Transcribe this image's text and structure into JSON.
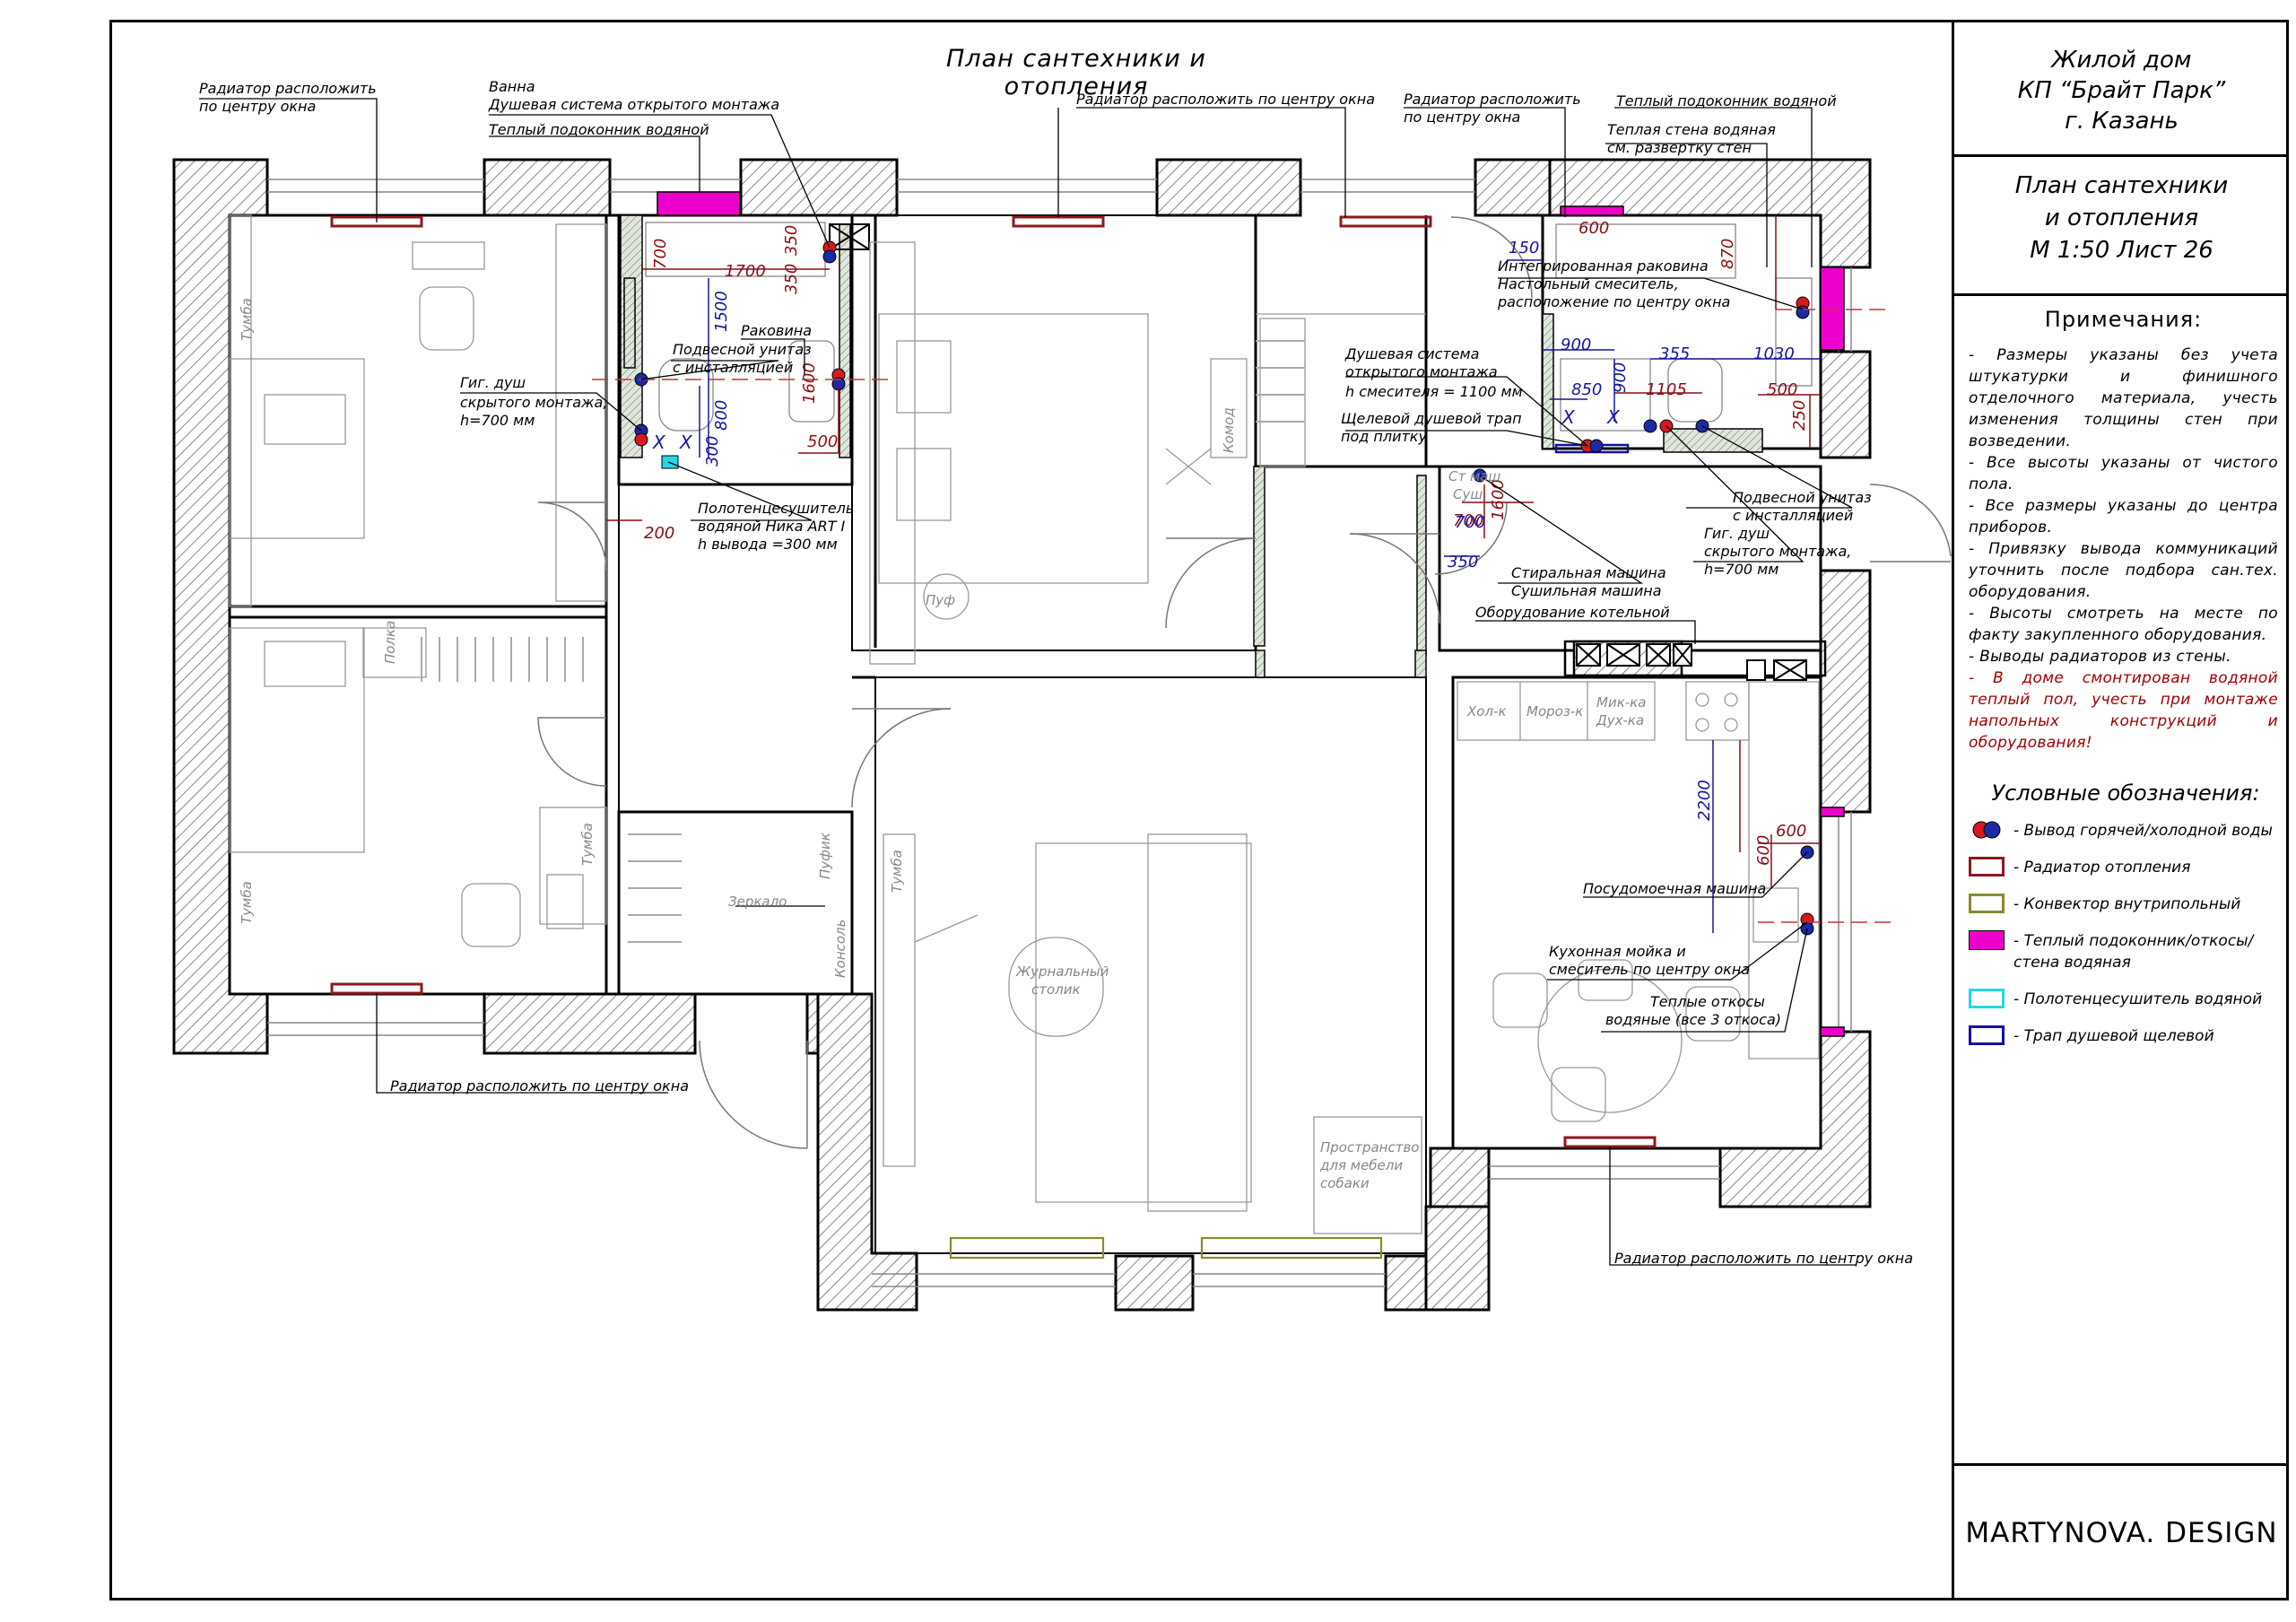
{
  "sheet_title": "План сантехники и отопления",
  "stamp": {
    "project": [
      "Жилой дом",
      "КП “Брайт Парк”",
      "г. Казань"
    ],
    "sheet": [
      "План сантехники",
      "и отопления",
      "М 1:50 Лист 26"
    ],
    "logo": "MARTYNOVA. DESIGN"
  },
  "notes": {
    "title": "Примечания:",
    "items": [
      "- Размеры указаны без учета штукатурки и финишного отделочного материала, учесть изменения толщины стен при возведении.",
      "- Все высоты указаны от чистого пола.",
      "- Все размеры указаны до центра приборов.",
      "- Привязку вывода коммуникаций уточнить после подбора сан.тех. оборудования.",
      "- Высоты смотреть на месте по факту закупленного оборудования.",
      "- Выводы радиаторов из стены."
    ],
    "warning": "- В доме смонтирован водяной теплый пол, учесть при монтаже напольных конструкций и оборудования!"
  },
  "legend": {
    "title": "Условные обозначения:",
    "items": [
      "- Вывод горячей/холодной воды",
      "- Радиатор отопления",
      "- Конвектор внутрипольный",
      "- Теплый подоконник/откосы/ стена водяная",
      "- Полотенцесушитель водяной",
      "- Трап душевой щелевой"
    ]
  },
  "colors": {
    "hot": "#d8181f",
    "cold": "#1c2aa6",
    "radiator": "#8b1a1f",
    "convector": "#8a8a2e",
    "warm_sill": "#ee00cc",
    "towel": "#27d6e6",
    "drain": "#1010aa",
    "dim_red": "#8b0d14",
    "dim_blue": "#15159b"
  },
  "callouts": {
    "rad_left_top": [
      "Радиатор расположить",
      "по центру окна"
    ],
    "bath": [
      "Ванна",
      "Душевая система открытого монтажа"
    ],
    "warm_sill_1": "Теплый подоконник водяной",
    "rad_center": "Радиатор расположить по центру окна",
    "rad_right_top": [
      "Радиатор расположить",
      "по центру окна"
    ],
    "warm_sill_2": "Теплый подоконник водяной",
    "warm_wall": [
      "Теплая стена водяная",
      "см. развертку стен"
    ],
    "sink_int": [
      "Интегрированная раковина",
      "Настольный смеситель,",
      "расположение по центру окна"
    ],
    "shower_sys": [
      "Душевая система",
      "открытого монтажа",
      "h смесителя = 1100 мм"
    ],
    "drain": [
      "Щелевой душевой трап",
      "под плитку"
    ],
    "toilet_r": [
      "Подвесной унитаз",
      "с инсталляцией"
    ],
    "hyg_r": [
      "Гиг. душ",
      "скрытого монтажа,",
      "h=700 мм"
    ],
    "wash": [
      "Стиральная машина",
      "Сушильная машина"
    ],
    "boiler": "Оборудование котельной",
    "sink_l": "Раковина",
    "toilet_l": [
      "Подвесной унитаз",
      "с инсталляцией"
    ],
    "hyg_l": [
      "Гиг. душ",
      "скрытого монтажа,",
      "h=700 мм"
    ],
    "towel": [
      "Полотенцесушитель",
      "водяной Ника  ART I",
      "h вывода =300 мм"
    ],
    "dishwasher": "Посудомоечная машина",
    "kitchen_sink": [
      "Кухонная мойка и",
      "смеситель по центру окна"
    ],
    "warm_slopes": [
      "Теплые откосы",
      "водяные (все 3 откоса)"
    ],
    "rad_bottom_left": "Радиатор расположить по центру окна",
    "rad_bottom_right": "Радиатор расположить по центру окна"
  },
  "furniture": {
    "tumba": "Тумба",
    "polka": "Полка",
    "komod": "Комод",
    "puf": "Пуф",
    "pufik": "Пуфик",
    "mirror": "Зеркало",
    "console": "Консоль",
    "table": [
      "Журнальный",
      "столик"
    ],
    "dog": [
      "Пространство",
      "для мебели",
      "собаки"
    ],
    "fridge": "Хол-к",
    "freezer": "Мороз-к",
    "micro": [
      "Мик-ка",
      "Дух-ка"
    ],
    "washer_short": [
      "Ст маш",
      "Суш"
    ]
  },
  "dims_red": [
    "700",
    "1700",
    "350",
    "350",
    "1600",
    "500",
    "200",
    "600",
    "870",
    "1105",
    "500",
    "250",
    "700",
    "1600",
    "600",
    "600"
  ],
  "dims_blue": [
    "1500",
    "800",
    "300",
    "150",
    "900",
    "900",
    "850",
    "355",
    "1030",
    "700",
    "350",
    "2200"
  ],
  "marks": "X"
}
